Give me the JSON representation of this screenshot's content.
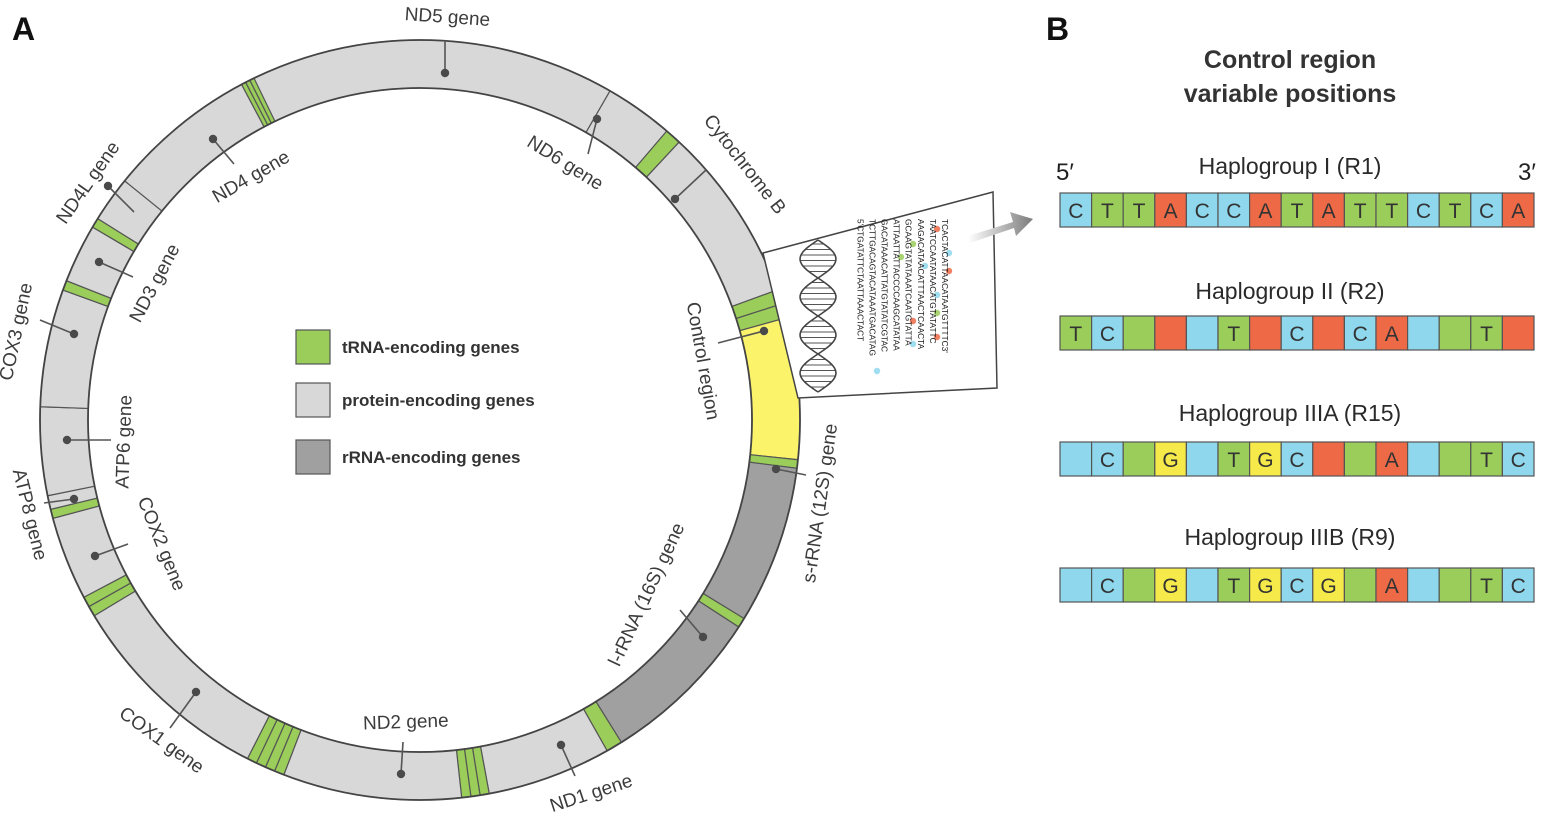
{
  "panels": {
    "a": "A",
    "b": "B"
  },
  "colors": {
    "trna": "#9acd5a",
    "protein": "#d8d8d8",
    "rrna": "#a0a0a0",
    "control": "#fbf36a",
    "outline": "#555555",
    "A": "#ee6a46",
    "C": "#8ed7ed",
    "G": "#f5ea4a",
    "T": "#9acd5a"
  },
  "genes": {
    "nd5": "ND5 gene",
    "nd6": "ND6 gene",
    "cytb": "Cytochrome B",
    "control": "Control region",
    "s_rrna": "s-rRNA (12S) gene",
    "l_rrna": "l-rRNA (16S) gene",
    "nd1": "ND1 gene",
    "nd2": "ND2 gene",
    "cox1": "COX1 gene",
    "cox2": "COX2 gene",
    "atp8": "ATP8 gene",
    "atp6": "ATP6 gene",
    "cox3": "COX3 gene",
    "nd3": "ND3 gene",
    "nd4l": "ND4L gene",
    "nd4": "ND4 gene"
  },
  "legend": [
    {
      "label": "tRNA-encoding genes",
      "type": "trna"
    },
    {
      "label": "protein-encoding genes",
      "type": "protein"
    },
    {
      "label": "rRNA-encoding genes",
      "type": "rrna"
    }
  ],
  "sequence_lines": [
    "TCACTACATTAACATAATGTTTTC3'",
    "TAATCCAATATAACATGTATATTC",
    "AAGACATAACATTTAACTCAACTA",
    "GCAAGTATATAAATCAATGTATTA",
    "ATTAATTATTACCCCAAGCATATAA",
    "GACATAAACATTATGTATATCGTAC",
    "TCTTGACAGTACATAAATGACATAG",
    "5'CTGATATTCTAATTAAACTACT"
  ],
  "control_region_title": [
    "Control region",
    "variable positions"
  ],
  "five_prime": "5′",
  "three_prime": "3′",
  "haplogroups": [
    {
      "name": "Haplogroup I (R1)",
      "cells": [
        [
          "C",
          "C"
        ],
        [
          "T",
          "T"
        ],
        [
          "T",
          "T"
        ],
        [
          "A",
          "A"
        ],
        [
          "C",
          "C"
        ],
        [
          "C",
          "C"
        ],
        [
          "A",
          "A"
        ],
        [
          "T",
          "T"
        ],
        [
          "A",
          "A"
        ],
        [
          "T",
          "T"
        ],
        [
          "T",
          "T"
        ],
        [
          "C",
          "C"
        ],
        [
          "T",
          "T"
        ],
        [
          "C",
          "C"
        ],
        [
          "A",
          "A"
        ]
      ]
    },
    {
      "name": "Haplogroup II (R2)",
      "cells": [
        [
          "T",
          "T"
        ],
        [
          "C",
          "C"
        ],
        [
          "T",
          ""
        ],
        [
          "A",
          ""
        ],
        [
          "C",
          ""
        ],
        [
          "T",
          "T"
        ],
        [
          "A",
          ""
        ],
        [
          "C",
          "C"
        ],
        [
          "A",
          ""
        ],
        [
          "C",
          "C"
        ],
        [
          "A",
          "A"
        ],
        [
          "C",
          ""
        ],
        [
          "T",
          ""
        ],
        [
          "T",
          "T"
        ],
        [
          "A",
          ""
        ]
      ]
    },
    {
      "name": "Haplogroup IIIA (R15)",
      "cells": [
        [
          "C",
          ""
        ],
        [
          "C",
          "C"
        ],
        [
          "T",
          ""
        ],
        [
          "G",
          "G"
        ],
        [
          "C",
          ""
        ],
        [
          "T",
          "T"
        ],
        [
          "G",
          "G"
        ],
        [
          "C",
          "C"
        ],
        [
          "A",
          ""
        ],
        [
          "T",
          ""
        ],
        [
          "A",
          "A"
        ],
        [
          "C",
          ""
        ],
        [
          "T",
          ""
        ],
        [
          "T",
          "T"
        ],
        [
          "C",
          "C"
        ]
      ]
    },
    {
      "name": "Haplogroup IIIB (R9)",
      "cells": [
        [
          "C",
          ""
        ],
        [
          "C",
          "C"
        ],
        [
          "T",
          ""
        ],
        [
          "G",
          "G"
        ],
        [
          "C",
          ""
        ],
        [
          "T",
          "T"
        ],
        [
          "G",
          "G"
        ],
        [
          "C",
          "C"
        ],
        [
          "G",
          "G"
        ],
        [
          "T",
          ""
        ],
        [
          "A",
          "A"
        ],
        [
          "C",
          ""
        ],
        [
          "T",
          ""
        ],
        [
          "T",
          "T"
        ],
        [
          "C",
          "C"
        ]
      ]
    }
  ]
}
